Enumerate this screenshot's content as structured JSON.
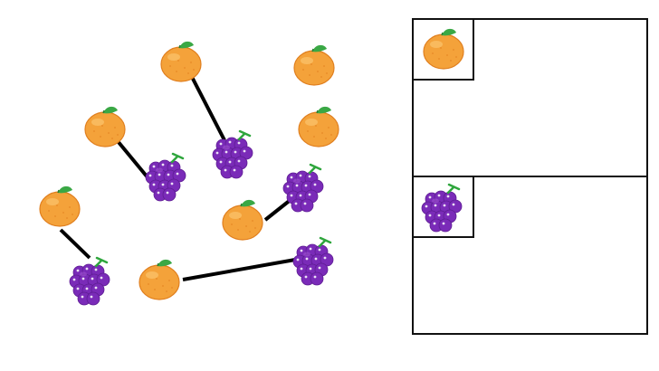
{
  "puzzle": {
    "items": [
      {
        "id": "orange-1",
        "kind": "orange"
      },
      {
        "id": "orange-2",
        "kind": "orange"
      },
      {
        "id": "orange-3",
        "kind": "orange"
      },
      {
        "id": "orange-4",
        "kind": "orange"
      },
      {
        "id": "orange-5",
        "kind": "orange"
      },
      {
        "id": "orange-6",
        "kind": "orange"
      },
      {
        "id": "orange-7",
        "kind": "orange"
      },
      {
        "id": "grape-1",
        "kind": "grape"
      },
      {
        "id": "grape-2",
        "kind": "grape"
      },
      {
        "id": "grape-3",
        "kind": "grape"
      },
      {
        "id": "grape-4",
        "kind": "grape"
      },
      {
        "id": "grape-5",
        "kind": "grape"
      }
    ],
    "pairs": [
      [
        "orange-2",
        "grape-1"
      ],
      [
        "orange-5",
        "grape-2"
      ],
      [
        "orange-6",
        "grape-3"
      ],
      [
        "orange-7",
        "grape-4"
      ],
      [
        "orange-3",
        "grape-5"
      ]
    ],
    "answer_grid": {
      "rows": [
        {
          "key_fruit": "orange",
          "icon": "orange-icon"
        },
        {
          "key_fruit": "grape",
          "icon": "grape-icon"
        }
      ]
    },
    "colors": {
      "orange_fill": "#f4a23a",
      "orange_stroke": "#e07f1f",
      "orange_highlight": "#fbc46e",
      "leaf": "#3aa845",
      "grape_fill": "#7a2bb8",
      "grape_dark": "#5e1d93",
      "grape_highlight": "#a55ad6",
      "stem": "#2fa63d",
      "line": "#000000",
      "frame": "#111111"
    }
  }
}
